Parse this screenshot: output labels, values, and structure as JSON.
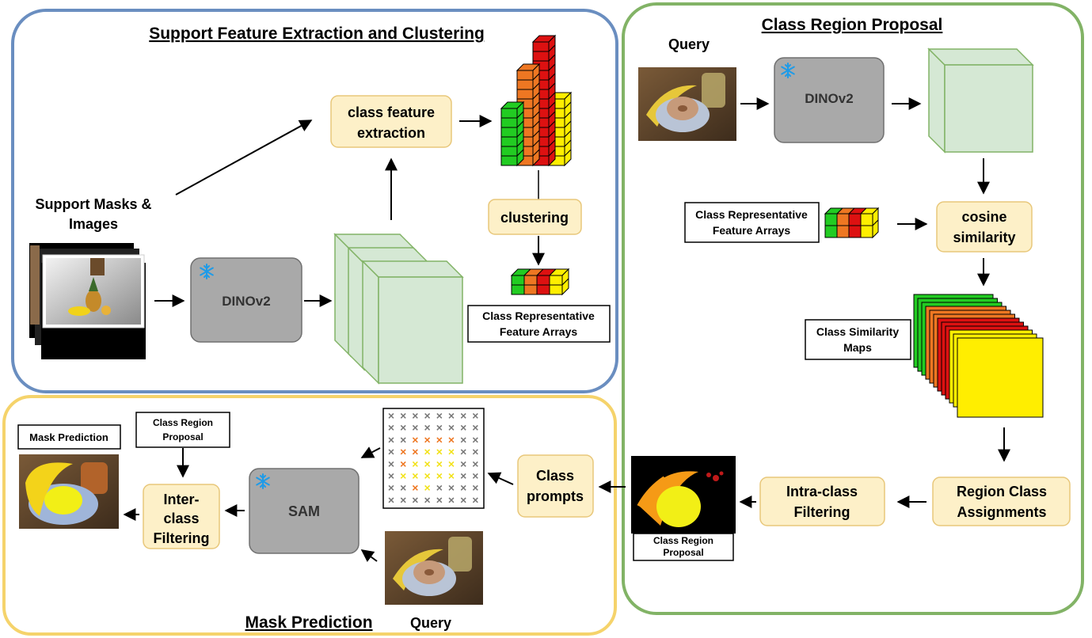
{
  "panels": {
    "support": {
      "title": "Support Feature Extraction and Clustering",
      "color": "#6a8ec0"
    },
    "region": {
      "title": "Class Region Proposal",
      "color": "#82b366"
    },
    "mask": {
      "title": "Mask Prediction",
      "color": "#f5d36b"
    }
  },
  "support": {
    "input_label_line1": "Support Masks &",
    "input_label_line2": "Images",
    "dino_label": "DINOv2",
    "feature_extraction_line1": "class feature",
    "feature_extraction_line2": "extraction",
    "clustering_label": "clustering",
    "output_label_line1": "Class Representative",
    "output_label_line2": "Feature Arrays"
  },
  "region": {
    "query_label": "Query",
    "dino_label": "DINOv2",
    "input_label_line1": "Class Representative",
    "input_label_line2": "Feature Arrays",
    "cosine_line1": "cosine",
    "cosine_line2": "similarity",
    "sim_maps_line1": "Class Similarity",
    "sim_maps_line2": "Maps",
    "region_assign_line1": "Region Class",
    "region_assign_line2": "Assignments",
    "intra_line1": "Intra-class",
    "intra_line2": "Filtering",
    "proposal_line1": "Class Region",
    "proposal_line2": "Proposal"
  },
  "mask": {
    "class_prompts_line1": "Class",
    "class_prompts_line2": "prompts",
    "sam_label": "SAM",
    "query_label": "Query",
    "inter_line1": "Inter-",
    "inter_line2": "class",
    "inter_line3": "Filtering",
    "proposal_input_line1": "Class Region",
    "proposal_input_line2": "Proposal",
    "output_label": "Mask Prediction",
    "grid_symbol": "×"
  },
  "colors": {
    "process_fill": "#fdf0c8",
    "process_stroke": "#e8c77a",
    "model_fill": "#a9a9a9",
    "model_stroke": "#707070",
    "feature_fill": "#d5e8d4",
    "feature_stroke": "#82b366",
    "cluster_colors": [
      "#22cc22",
      "#ee7722",
      "#dd1111",
      "#ffee00"
    ],
    "snowflake": "#1e9be8"
  },
  "icons": [
    "snowflake-icon",
    "arrow-icon"
  ]
}
